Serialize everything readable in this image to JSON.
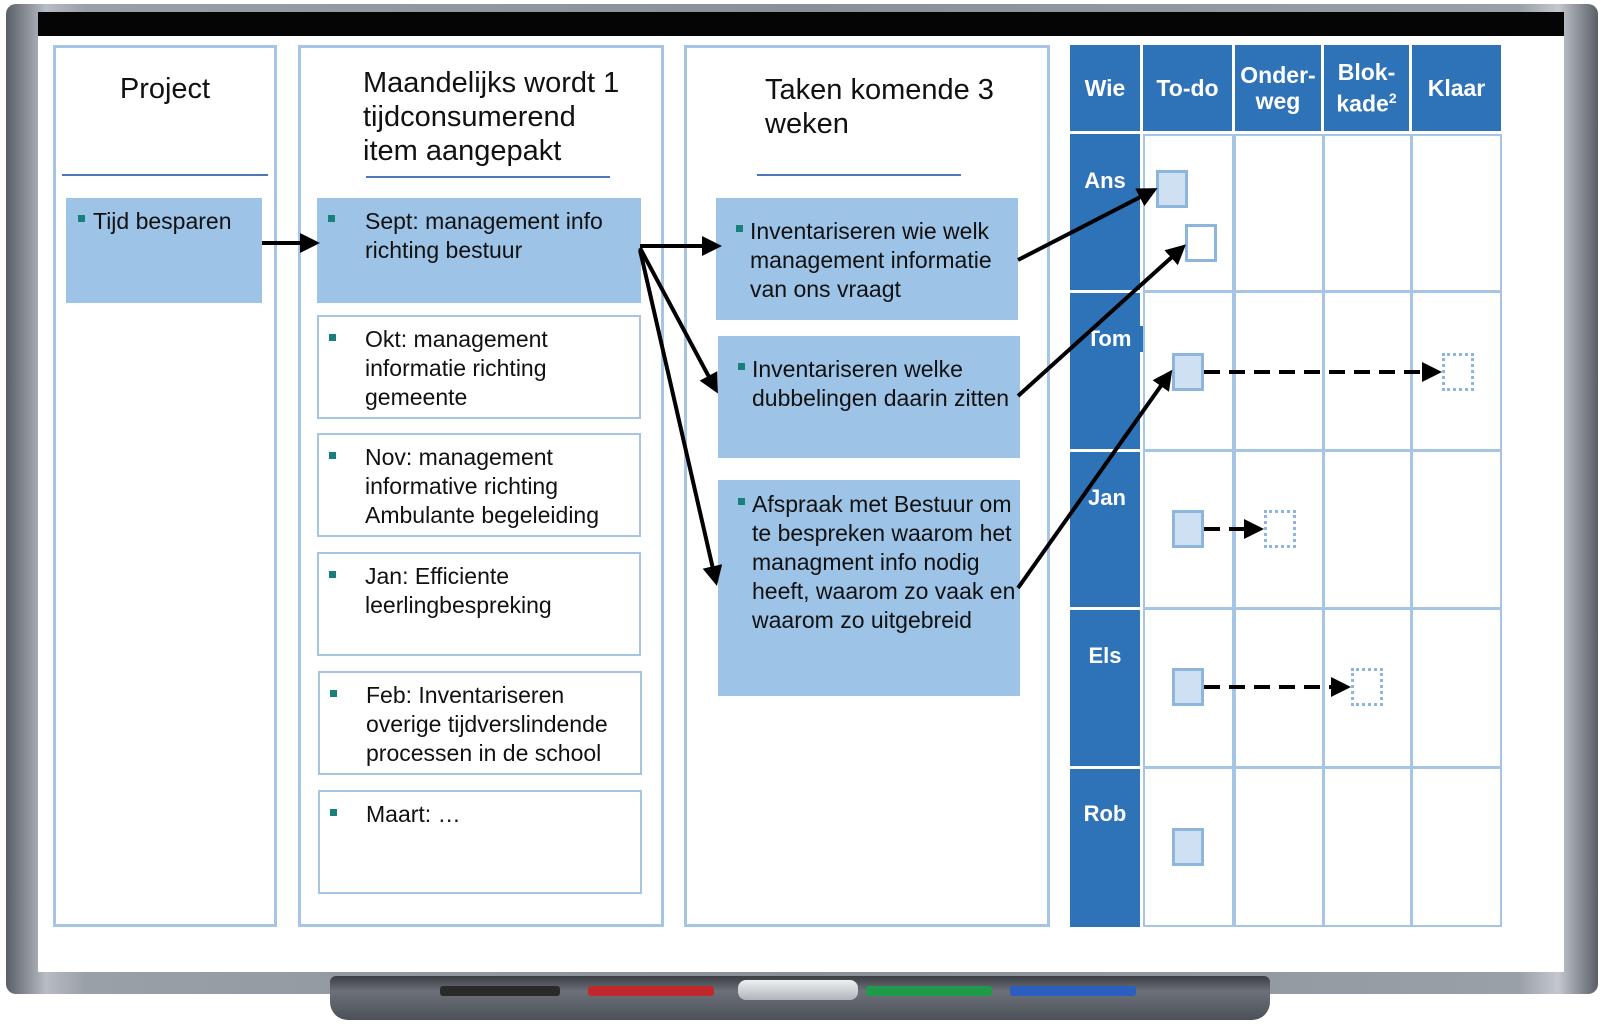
{
  "columns": {
    "project": {
      "title": "Project"
    },
    "monthly": {
      "title": "Maandelijks wordt 1 tijdconsumerend item aangepakt"
    },
    "tasks": {
      "title": "Taken komende 3 weken"
    }
  },
  "project_item": "Tijd besparen",
  "monthly_items": [
    "Sept: management info richting bestuur",
    "Okt: management informatie richting gemeente",
    "Nov: management informative richting Ambulante begeleiding",
    "Jan: Efficiente leerlingbespreking",
    "Feb: Inventariseren overige tijdverslindende processen in de school",
    "Maart: …"
  ],
  "tasks": [
    "Inventariseren wie welk management informatie van ons vraagt",
    "Inventariseren welke dubbelingen daarin zitten",
    "Afspraak met Bestuur om te bespreken waarom het managment info nodig heeft, waarom zo vaak en waarom zo uitgebreid"
  ],
  "kanban": {
    "headers": {
      "who": "Wie",
      "todo": "To-do",
      "onderweg_1": "Onder-",
      "onderweg_2": "weg",
      "blokkade_1": "Blok-",
      "blokkade_2": "kade",
      "blokkade_sup": "2",
      "klaar": "Klaar"
    },
    "people": [
      "Ans",
      "Tom",
      "Jan",
      "Els",
      "Rob"
    ]
  },
  "colors": {
    "header_blue": "#2e72b8",
    "card_blue": "#9dc3e6",
    "panel_border": "#a6c4e4",
    "bullet_teal": "#17807a"
  }
}
